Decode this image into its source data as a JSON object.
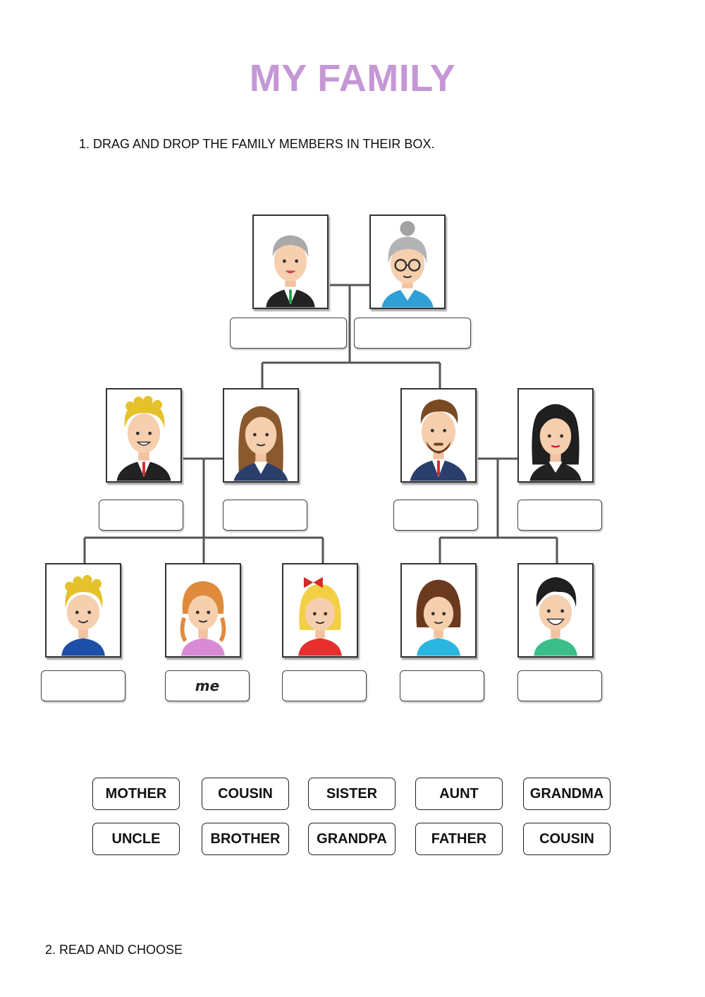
{
  "title": "MY FAMILY",
  "instruction_1": "1.  DRAG AND DROP THE FAMILY MEMBERS IN THEIR BOX.",
  "instruction_2": "2. READ AND CHOOSE",
  "colors": {
    "title": "#c597d4",
    "lines": "#555555"
  },
  "members": [
    {
      "id": "grandpa",
      "icon": "grandpa-icon"
    },
    {
      "id": "grandma",
      "icon": "grandma-icon"
    },
    {
      "id": "father",
      "icon": "father-icon"
    },
    {
      "id": "mother",
      "icon": "mother-icon"
    },
    {
      "id": "uncle",
      "icon": "uncle-icon"
    },
    {
      "id": "aunt",
      "icon": "aunt-icon"
    },
    {
      "id": "brother",
      "icon": "brother-icon"
    },
    {
      "id": "me",
      "icon": "me-icon"
    },
    {
      "id": "sister",
      "icon": "sister-icon"
    },
    {
      "id": "cousin-girl",
      "icon": "cousin-girl-icon"
    },
    {
      "id": "cousin-boy",
      "icon": "cousin-boy-icon"
    }
  ],
  "answer_slots": [
    "",
    "",
    "",
    "",
    "",
    "",
    "",
    "me",
    "",
    "",
    ""
  ],
  "word_bank": [
    [
      "MOTHER",
      "COUSIN",
      "SISTER",
      "AUNT",
      "GRANDMA"
    ],
    [
      "UNCLE",
      "BROTHER",
      "GRANDPA",
      "FATHER",
      "COUSIN"
    ]
  ]
}
